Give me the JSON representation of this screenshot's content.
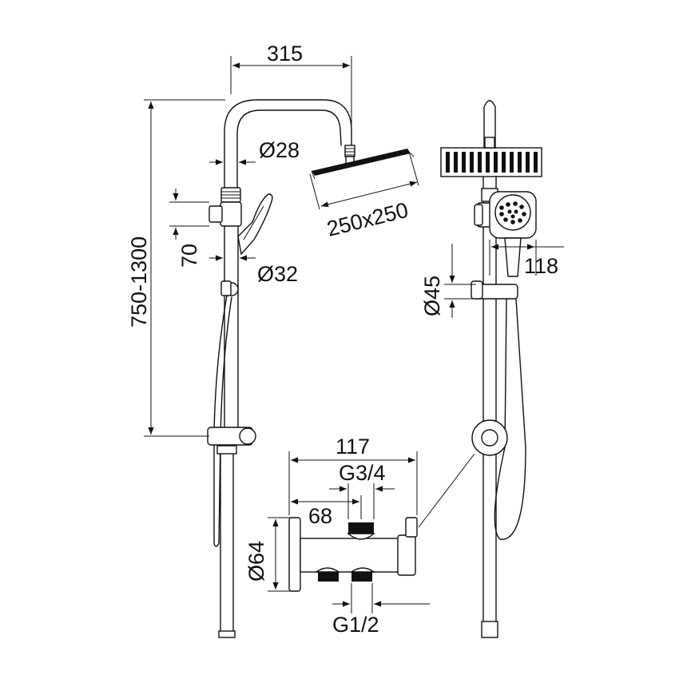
{
  "dimensions": {
    "arm_reach": "315",
    "height_range": "750-1300",
    "pipe_upper_diameter": "Ø28",
    "pipe_lower_diameter": "Ø32",
    "diverter_height": "70",
    "head_size": "250x250",
    "hand_shower_width": "118",
    "holder_diameter": "Ø45",
    "mixer_width": "117",
    "outlet_thread": "G3/4",
    "outlet_offset": "68",
    "mixer_diameter": "Ø64",
    "inlet_thread": "G1/2"
  }
}
